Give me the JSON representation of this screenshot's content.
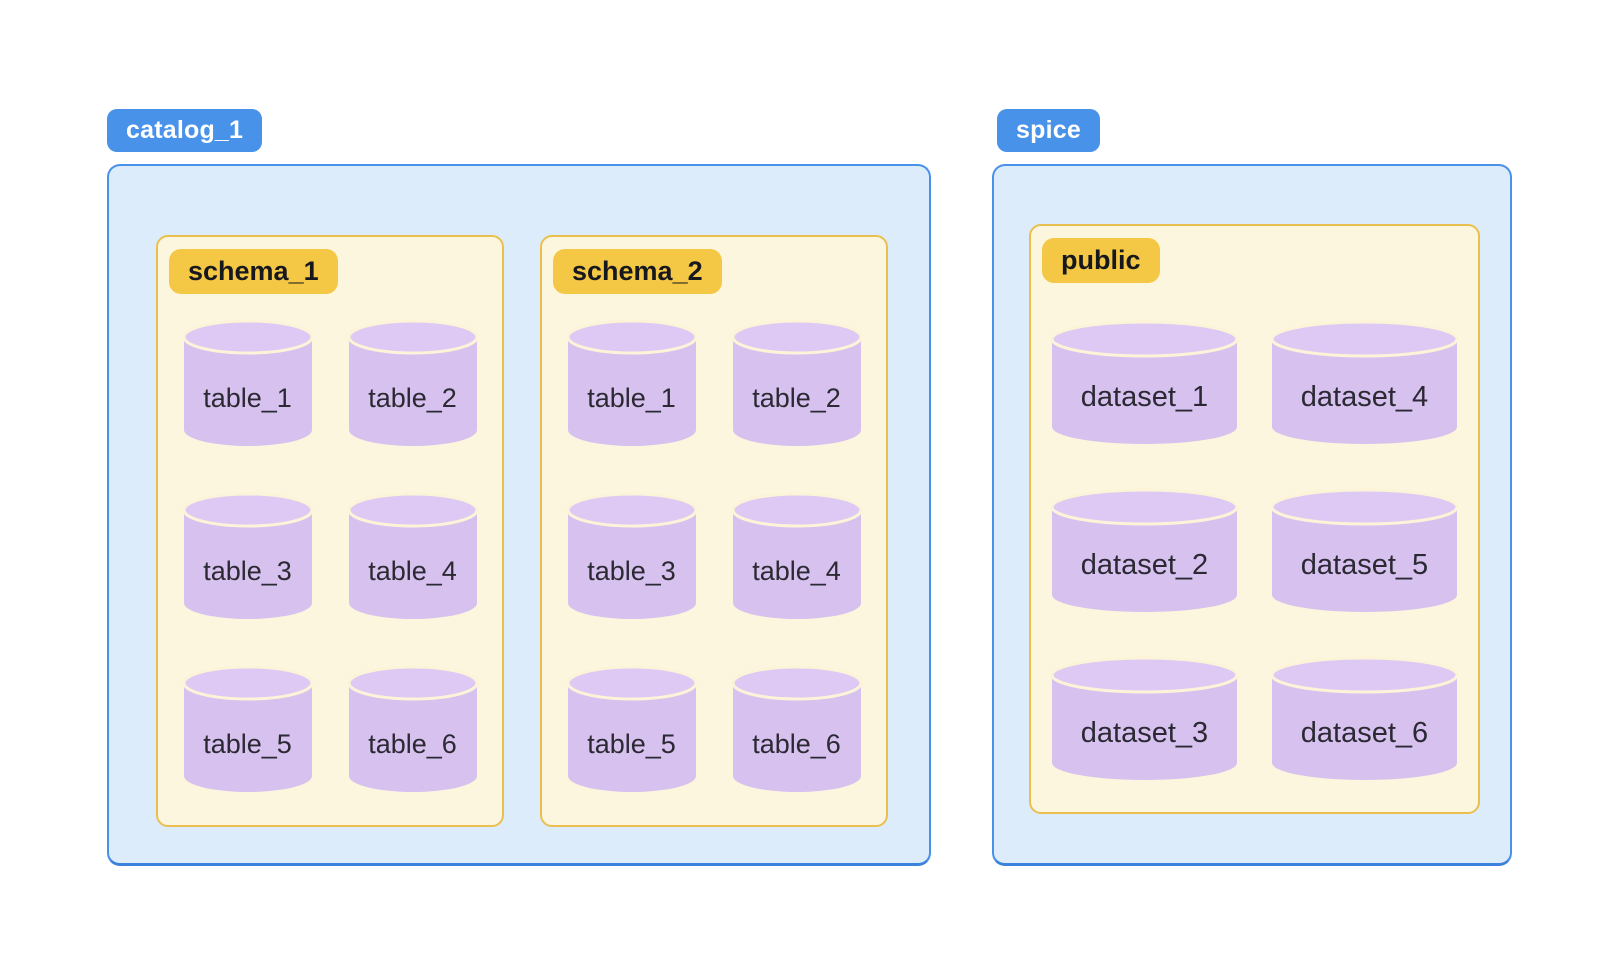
{
  "diagram": {
    "groups": [
      {
        "label": "catalog_1",
        "containers": [
          {
            "label": "schema_1",
            "items": [
              "table_1",
              "table_2",
              "table_3",
              "table_4",
              "table_5",
              "table_6"
            ]
          },
          {
            "label": "schema_2",
            "items": [
              "table_1",
              "table_2",
              "table_3",
              "table_4",
              "table_5",
              "table_6"
            ]
          }
        ]
      },
      {
        "label": "spice",
        "containers": [
          {
            "label": "public",
            "items": [
              "dataset_1",
              "dataset_2",
              "dataset_3",
              "dataset_4",
              "dataset_5",
              "dataset_6"
            ]
          }
        ]
      }
    ],
    "colors": {
      "group_badge": "#4992ea",
      "group_badge_text": "#ffffff",
      "group_panel_fill": "#dcecfb",
      "group_panel_border": "#4a91e9",
      "container_fill": "#fdf6de",
      "container_border": "#e9c050",
      "container_badge": "#f4c845",
      "container_badge_text": "#17181d",
      "cylinder_fill": "#d7c2ef",
      "cylinder_top_fill": "#ddc9f4",
      "item_label_text": "#2b2933"
    }
  }
}
